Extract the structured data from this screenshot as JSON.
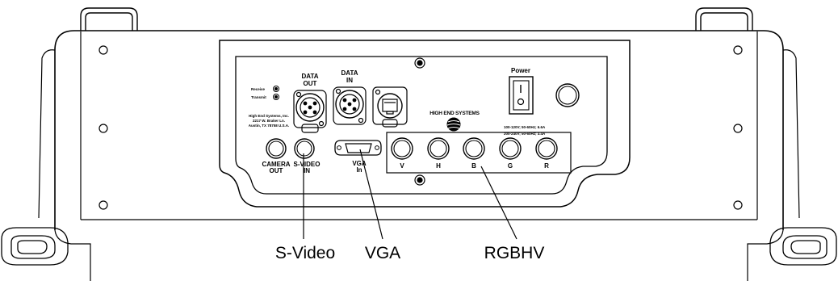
{
  "panel": {
    "receive_label": "Receive",
    "transmit_label": "Transmit",
    "address_lines": [
      "High End Systems, Inc.",
      "2217 W. Braker Ln.",
      "Austin, TX 78758 U.S.A."
    ],
    "data_out_line1": "DATA",
    "data_out_line2": "OUT",
    "data_in_line1": "DATA",
    "data_in_line2": "IN",
    "brand": "HIGH END SYSTEMS",
    "power_label": "Power",
    "power_rating_1": "100-120V; 50-60Hz; 6.6A",
    "power_rating_2": "200-240V; 50-60Hz; 3.4A",
    "camera_out_line1": "CAMERA",
    "camera_out_line2": "OUT",
    "svideo_in_line1": "S-VIDEO",
    "svideo_in_line2": "IN",
    "vga_in_line1": "VGA",
    "vga_in_line2": "In",
    "rgbhv_ports": [
      "V",
      "H",
      "B",
      "G",
      "R"
    ]
  },
  "callouts": {
    "svideo": "S-Video",
    "vga": "VGA",
    "rgbhv": "RGBHV"
  }
}
